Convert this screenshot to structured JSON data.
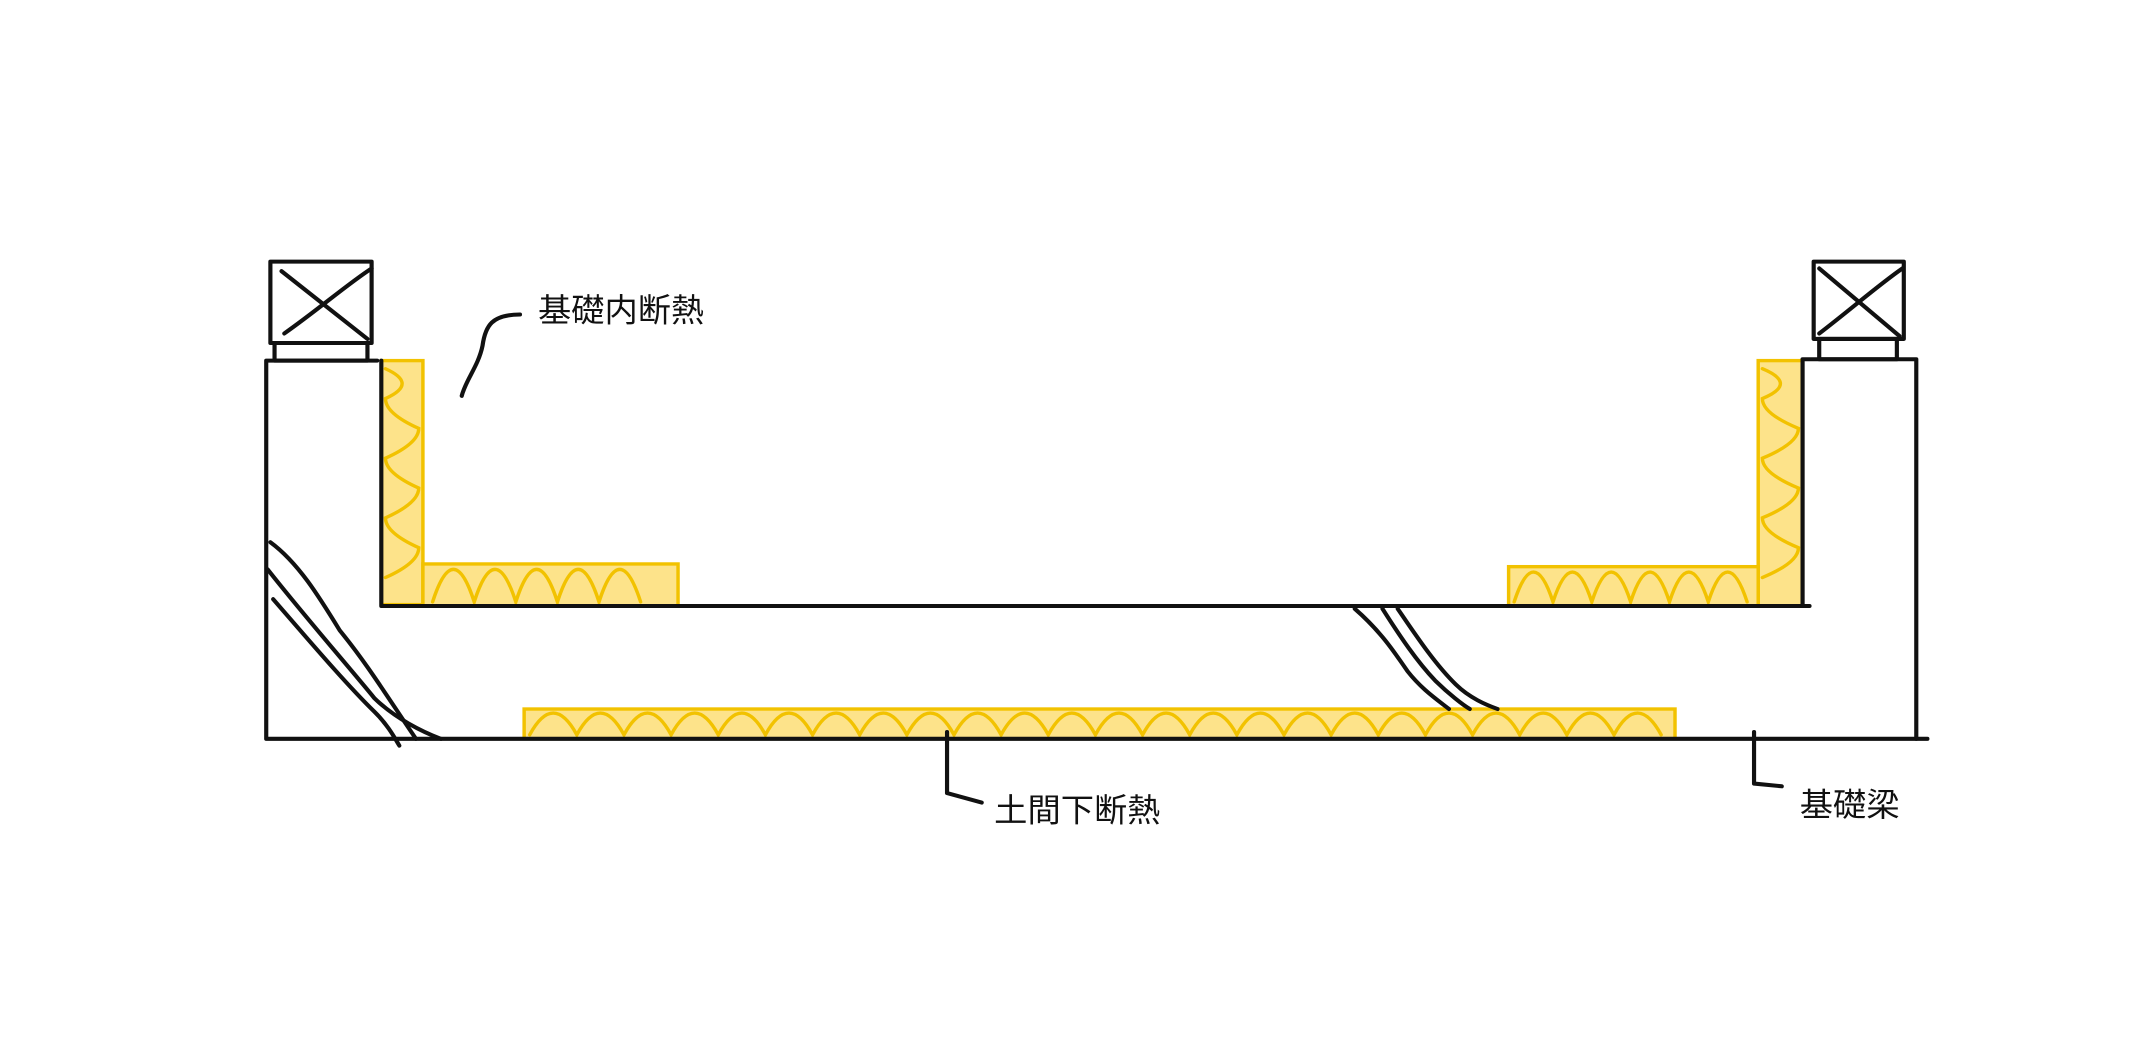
{
  "labels": {
    "inner_foundation_insulation": "基礎内断熱",
    "under_slab_insulation": "土間下断熱",
    "foundation_beam": "基礎梁"
  },
  "colors": {
    "insulation_fill": "#fde38a",
    "insulation_stroke": "#f2c200",
    "ink": "#111111"
  }
}
